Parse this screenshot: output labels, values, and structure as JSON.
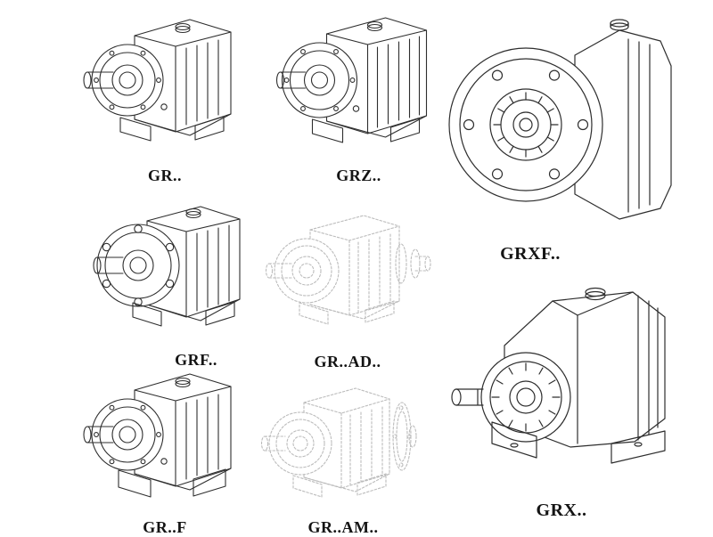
{
  "page": {
    "background_color": "#ffffff",
    "line_color": "#2e2e2e",
    "ghost_line_color": "#bcbcbc"
  },
  "models": [
    {
      "id": "gr",
      "label": "GR..",
      "rendering": "solid"
    },
    {
      "id": "grz",
      "label": "GRZ..",
      "rendering": "solid"
    },
    {
      "id": "grxf",
      "label": "GRXF..",
      "rendering": "solid"
    },
    {
      "id": "grf",
      "label": "GRF..",
      "rendering": "solid"
    },
    {
      "id": "grad",
      "label": "GR..AD..",
      "rendering": "ghost"
    },
    {
      "id": "grx",
      "label": "GRX..",
      "rendering": "solid"
    },
    {
      "id": "grff",
      "label": "GR..F",
      "rendering": "solid"
    },
    {
      "id": "gram",
      "label": "GR..AM..",
      "rendering": "ghost"
    }
  ]
}
